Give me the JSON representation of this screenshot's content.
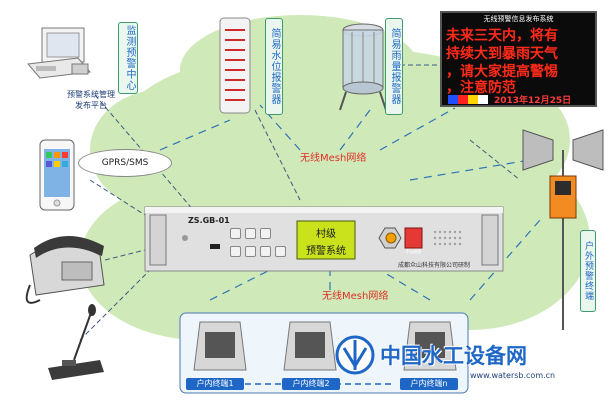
{
  "monitor_center": {
    "label": "监测预警中心"
  },
  "platform": {
    "line1": "预警系统管理",
    "line2": "发布平台"
  },
  "gprs": {
    "label": "GPRS/SMS"
  },
  "water_sensor": {
    "label": "简易水位报警器"
  },
  "rain_sensor": {
    "label": "简易雨量报警器"
  },
  "led_board": {
    "title": "无线预警信息发布系统",
    "lines": [
      "未来三天内，将有",
      "持续大到暴雨天气",
      "，请大家提高警惕",
      "，注意防范"
    ],
    "date": "2013年12月25日",
    "color_swatches": [
      "#1f4fff",
      "#ff2020",
      "#ffd400",
      "#ffffff"
    ]
  },
  "mesh_top": {
    "label": "无线Mesh网络"
  },
  "mesh_bottom": {
    "label": "无线Mesh网络"
  },
  "device": {
    "model": "ZS.GB-01",
    "screen_line1": "村级",
    "screen_line2": "预警系统",
    "manufacturer": "成都众山科技有限公司研制",
    "red_button": "手动报警"
  },
  "outdoor_terminal": {
    "label": "户外预警终端"
  },
  "indoor_terminals": [
    {
      "label": "户内终端1"
    },
    {
      "label": "户内终端2"
    },
    {
      "label": "户内终端n"
    }
  ],
  "watermark": {
    "title": "中国水工设备网",
    "url": "www.watersb.com.cn"
  },
  "colors": {
    "cloud": "#cfe9b8",
    "device_body": "#d9d9d9",
    "screen": "#c9e21c",
    "accent_blue": "#1f67c6",
    "green_border": "#3d9a6a"
  }
}
